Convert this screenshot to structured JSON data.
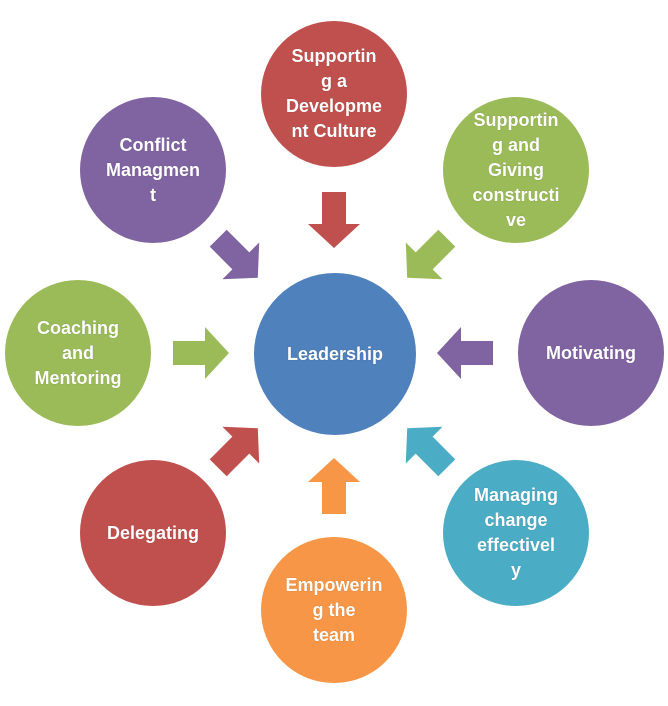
{
  "diagram": {
    "center": {
      "label": "Leadership",
      "color": "#4F81BD"
    },
    "nodes": [
      {
        "id": "supporting-culture",
        "label": "Supportin\ng a\nDevelopme\nnt Culture",
        "color": "#C0504D"
      },
      {
        "id": "giving-feedback",
        "label": "Supportin\ng and\nGiving\nconstructi\nve",
        "color": "#9BBB59"
      },
      {
        "id": "motivating",
        "label": "Motivating",
        "color": "#8064A2"
      },
      {
        "id": "managing-change",
        "label": "Managing\nchange\neffectivel\ny",
        "color": "#4BACC6"
      },
      {
        "id": "empowering-team",
        "label": "Empowerin\ng the\nteam",
        "color": "#F79646"
      },
      {
        "id": "delegating",
        "label": "Delegating",
        "color": "#C0504D"
      },
      {
        "id": "coaching-mentoring",
        "label": "Coaching\nand\nMentoring",
        "color": "#9BBB59"
      },
      {
        "id": "conflict-management",
        "label": "Conflict\nManagmen\nt",
        "color": "#8064A2"
      }
    ]
  }
}
